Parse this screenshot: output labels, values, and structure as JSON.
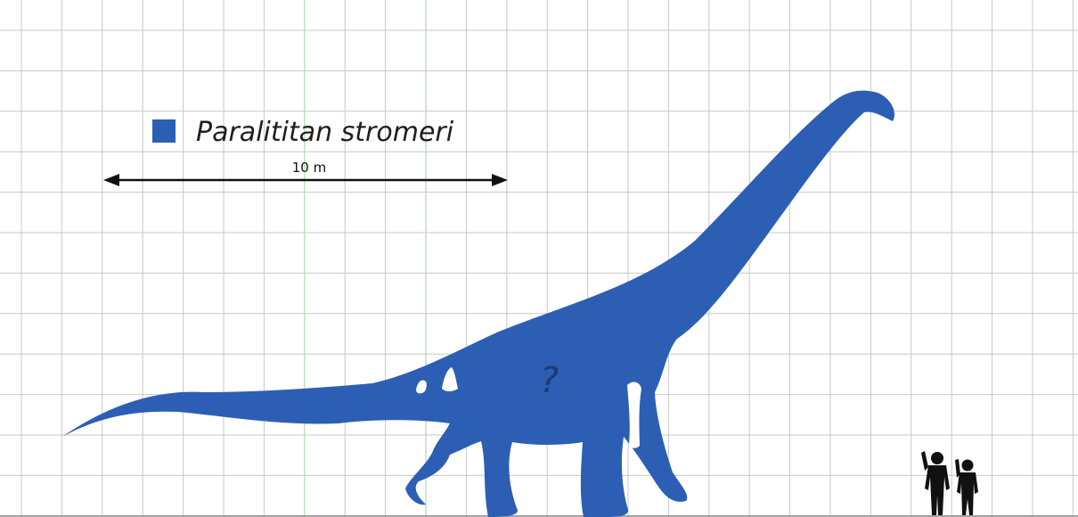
{
  "legend": {
    "species_name": "Paralititan stromeri",
    "swatch_color": "#2c5fb4"
  },
  "scale_bar": {
    "label": "10 m"
  },
  "silhouette": {
    "body_color": "#2c5fb4",
    "bone_color": "#ffffff",
    "unknown_marker": "?"
  },
  "humans": {
    "color": "#111111",
    "count": 2
  },
  "grid": {
    "visible": true,
    "line_color": "#c8c8c8",
    "accent_line_color": "#9fd29f"
  }
}
